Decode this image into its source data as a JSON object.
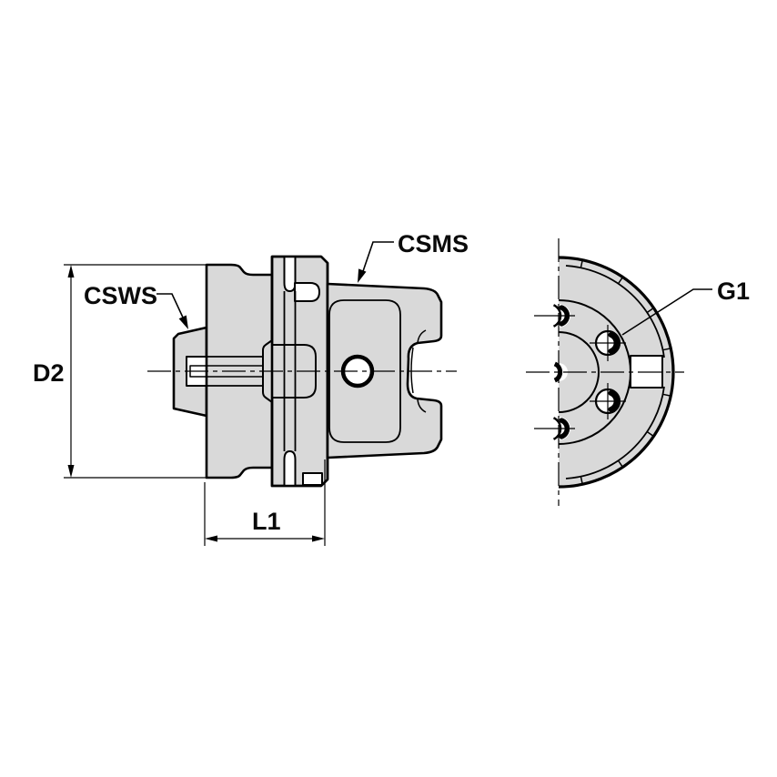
{
  "drawing": {
    "labels": {
      "csws": "CSWS",
      "csms": "CSMS",
      "g1": "G1",
      "d2": "D2",
      "l1": "L1"
    },
    "colors": {
      "part_fill": "#d9d9d9",
      "line": "#000000",
      "background": "#ffffff"
    }
  }
}
